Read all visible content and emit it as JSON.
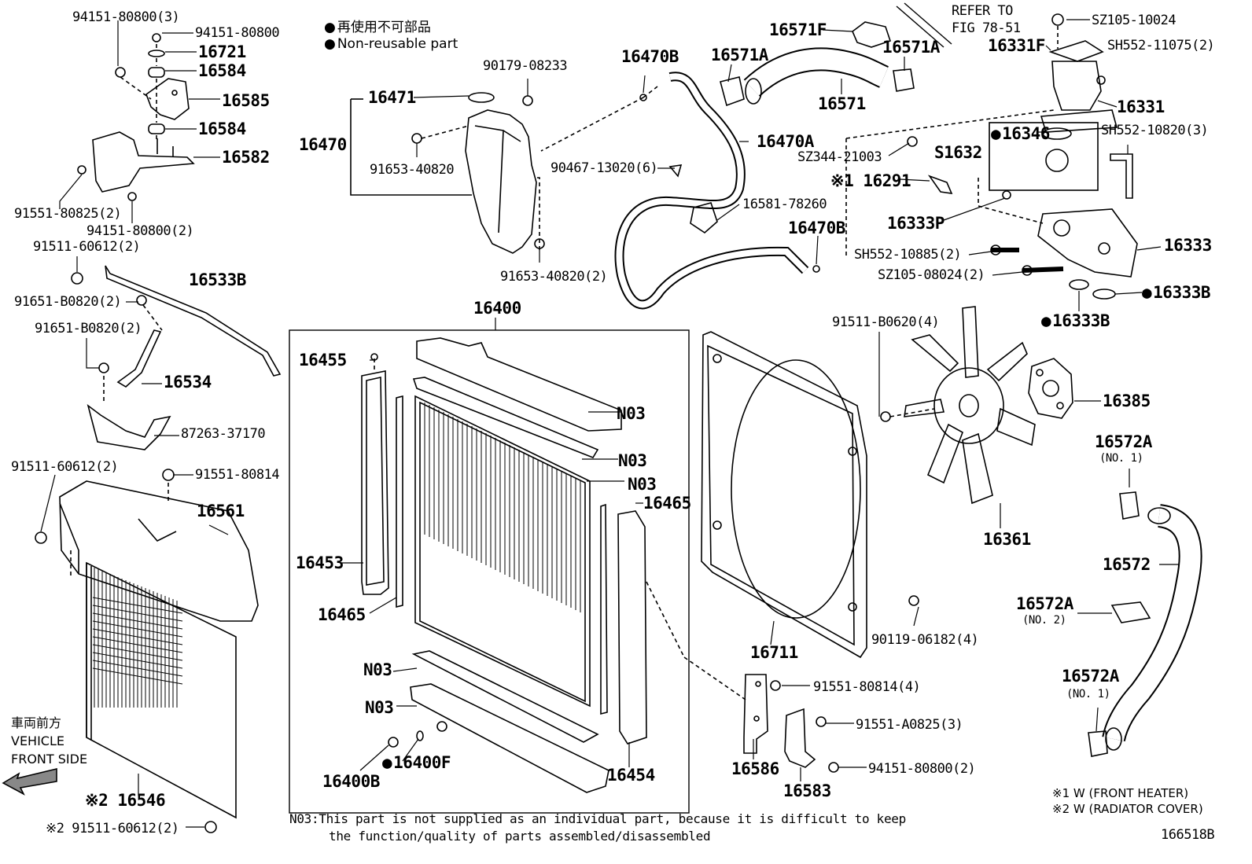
{
  "legend": {
    "jp": "再使用不可部品",
    "en": "Non-reusable part"
  },
  "refer": {
    "line1": "REFER TO",
    "line2": "FIG 78-51"
  },
  "front_side": {
    "jp": "車両前方",
    "line1": "VEHICLE",
    "line2": "FRONT SIDE"
  },
  "footnotes": {
    "n03_line1": "N03:This part is not supplied as an individual part, because it is difficult to keep",
    "n03_line2": "the function/quality of parts assembled/disassembled",
    "mark1": "※1 W (FRONT HEATER)",
    "mark2": "※2 W (RADIATOR COVER)",
    "figure_number": "166518B"
  },
  "labels": {
    "p94151_80800_3": "94151-80800(3)",
    "p94151_80800": "94151-80800",
    "p16721": "16721",
    "p16584a": "16584",
    "p16585": "16585",
    "p16584b": "16584",
    "p16582": "16582",
    "p91551_80825_2": "91551-80825(2)",
    "p94151_80800_2a": "94151-80800(2)",
    "p91511_60612_2a": "91511-60612(2)",
    "p16533B": "16533B",
    "p91651_B0820_2a": "91651-B0820(2)",
    "p91651_B0820_2b": "91651-B0820(2)",
    "p16534": "16534",
    "p87263_37170": "87263-37170",
    "p91511_60612_2b": "91511-60612(2)",
    "p91551_80814": "91551-80814",
    "p16561": "16561",
    "p16546": "※2 16546",
    "p91511_60612_2c": "※2 91511-60612(2)",
    "p16471": "16471",
    "p90179_08233": "90179-08233",
    "p16470": "16470",
    "p91653_40820": "91653-40820",
    "p90467_13020_6": "90467-13020(6)",
    "p91653_40820_2": "91653-40820(2)",
    "p16470B_a": "16470B",
    "p16470A": "16470A",
    "p16581_78260": "16581-78260",
    "p16470B_b": "16470B",
    "p16571F": "16571F",
    "p16571A_a": "16571A",
    "p16571A_b": "16571A",
    "p16571": "16571",
    "pSZ105_10024": "SZ105-10024",
    "p16331F": "16331F",
    "pSH552_11075_2": "SH552-11075(2)",
    "p16331": "16331",
    "p16346": "16346",
    "pSH552_10820_3": "SH552-10820(3)",
    "pSZ344_21003": "SZ344-21003",
    "pS1632": "S1632",
    "p16291": "※1 16291",
    "p16333P": "16333P",
    "pSH552_10885_2": "SH552-10885(2)",
    "p16333": "16333",
    "pSZ105_08024_2": "SZ105-08024(2)",
    "p16333B_a": "16333B",
    "p16333B_b": "16333B",
    "p16400": "16400",
    "p16455": "16455",
    "pN03_a": "N03",
    "pN03_b": "N03",
    "pN03_c": "N03",
    "p16465_a": "16465",
    "p16453": "16453",
    "p16465_b": "16465",
    "pN03_d": "N03",
    "pN03_e": "N03",
    "p16400B": "16400B",
    "p16400F": "16400F",
    "p16454": "16454",
    "p91511_B0620_4": "91511-B0620(4)",
    "p16385": "16385",
    "p16361": "16361",
    "p16711": "16711",
    "p90119_06182_4": "90119-06182(4)",
    "p91551_80814_4": "91551-80814(4)",
    "p91551_A0825_3": "91551-A0825(3)",
    "p94151_80800_2b": "94151-80800(2)",
    "p16586": "16586",
    "p16583": "16583",
    "p16572A_a": "16572A",
    "pNO1_a": "(NO. 1)",
    "p16572": "16572",
    "p16572A_b": "16572A",
    "pNO2": "(NO. 2)",
    "p16572A_c": "16572A",
    "pNO1_b": "(NO. 1)"
  }
}
